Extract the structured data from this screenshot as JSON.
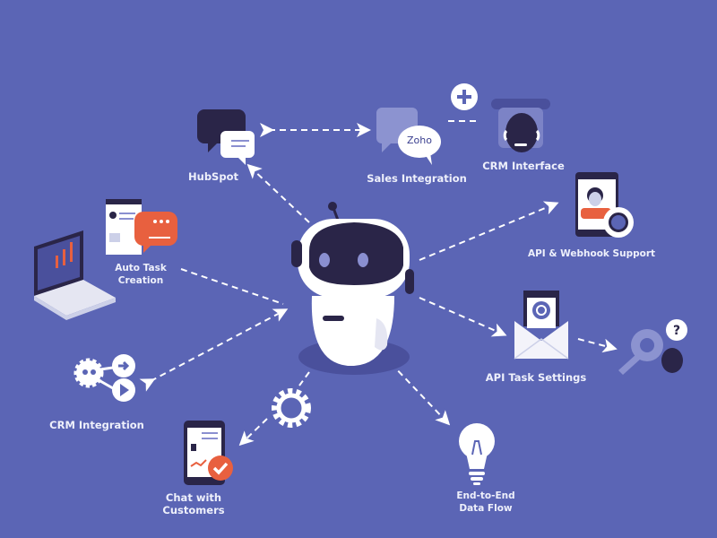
{
  "colors": {
    "background": "#5b65b5",
    "accent": "#e8603f",
    "dark": "#2a2548",
    "white": "#ffffff"
  },
  "nodes": {
    "hubspot": {
      "label": "HubSpot",
      "icon": "chat-bubbles-icon"
    },
    "sales_integration": {
      "label": "Sales Integration",
      "icon": "zoho-bubble-icon",
      "bubble_text": "Zoho"
    },
    "crm_interface": {
      "label": "CRM Interface",
      "icon": "support-agent-icon"
    },
    "api_webhook": {
      "label": "API & Webhook Support",
      "icon": "profile-tablet-gear-icon"
    },
    "auto_task": {
      "label_line1": "Auto Task",
      "label_line2": "Creation",
      "icon": "document-chat-icon"
    },
    "crm_integration": {
      "label": "CRM Integration",
      "icon": "gear-flow-icon"
    },
    "chat_customers": {
      "label_line1": "Chat with",
      "label_line2": "Customers",
      "icon": "tablet-check-icon"
    },
    "api_task_settings": {
      "label": "API Task Settings",
      "icon": "envelope-icon"
    },
    "data_flow": {
      "label_line1": "End-to-End",
      "label_line2": "Data Flow",
      "icon": "lightbulb-icon"
    }
  }
}
